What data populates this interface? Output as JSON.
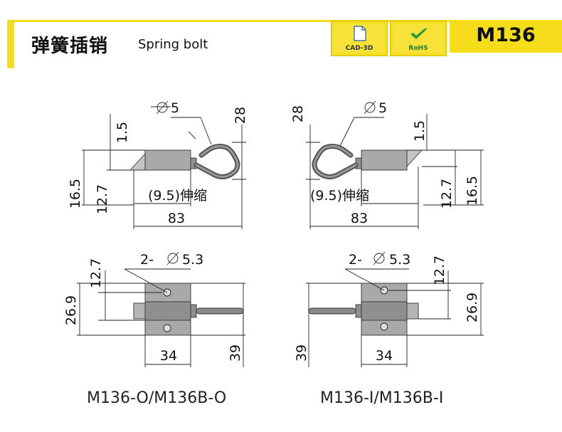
{
  "header": {
    "title_cn": "弹簧插销",
    "title_en": "Spring bolt",
    "badges": [
      {
        "label": "CAD-3D",
        "icon": "document-icon"
      },
      {
        "label": "RoHS",
        "icon": "checkmark-icon"
      }
    ],
    "model_code": "M136"
  },
  "colors": {
    "accent": "#f5dd1c",
    "body_gray": "#a9a9a9",
    "line": "#222222"
  },
  "views": {
    "front_left": {
      "dia_label": "5",
      "dim_top": "28",
      "dim_offset": "1.5",
      "dim_travel": "(9.5)伸缩",
      "dim_height_a": "16.5",
      "dim_height_b": "12.7",
      "dim_length": "83"
    },
    "front_right": {
      "dia_label": "5",
      "dim_top": "28",
      "dim_offset": "1.5",
      "dim_travel": "(9.5)伸缩",
      "dim_height_a": "16.5",
      "dim_height_b": "12.7",
      "dim_length": "83"
    },
    "top_left": {
      "hole_label": "2-",
      "hole_dia": "5.3",
      "dim_hole_pitch": "12.7",
      "dim_width": "26.9",
      "dim_base": "34",
      "dim_overall": "39"
    },
    "top_right": {
      "hole_label": "2-",
      "hole_dia": "5.3",
      "dim_hole_pitch": "12.7",
      "dim_width": "26.9",
      "dim_base": "34",
      "dim_overall": "39"
    }
  },
  "captions": {
    "left": "M136-O/M136B-O",
    "right": "M136-I/M136B-I"
  }
}
